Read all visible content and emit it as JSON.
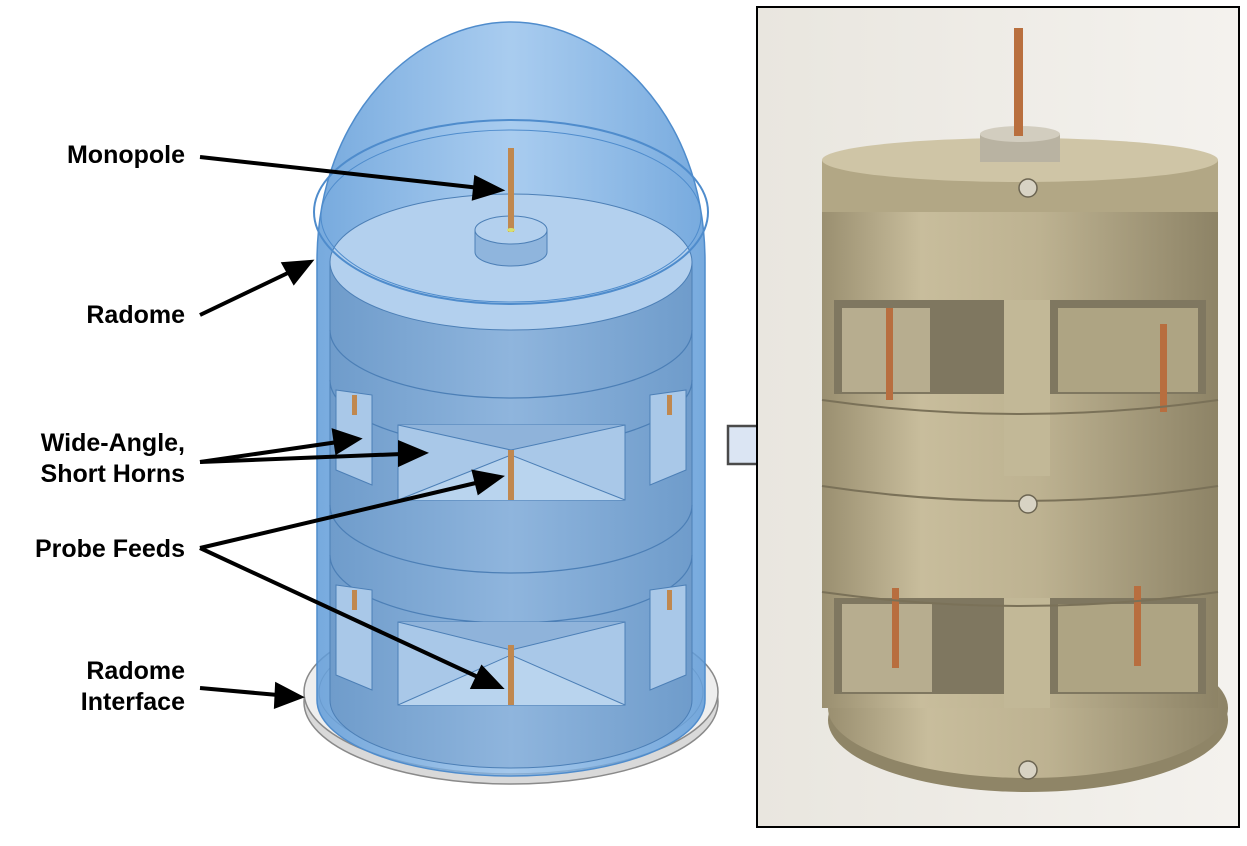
{
  "labels": {
    "monopole": "Monopole",
    "radome": "Radome",
    "horns_line1": "Wide-Angle,",
    "horns_line2": "Short Horns",
    "probe_feeds": "Probe Feeds",
    "interface_line1": "Radome",
    "interface_line2": "Interface"
  },
  "colors": {
    "radome_blue": "#5b9bd8",
    "body_blue": "#7fa8d2",
    "arrow_fill": "#dbe5f3",
    "arrow_stroke": "#4a4a4a",
    "metal": "#b8ad8c",
    "copper": "#c07b4a",
    "photo_bg": "#efece6"
  }
}
